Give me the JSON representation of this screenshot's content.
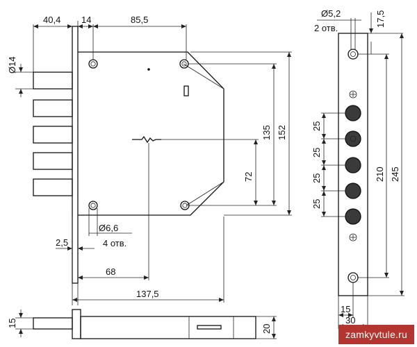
{
  "dims": {
    "d40_4": "40,4",
    "d14_top": "14",
    "d85_5": "85,5",
    "d14_dia": "Ø14",
    "d135": "135",
    "d152": "152",
    "d72": "72",
    "d6_6": "Ø6,6",
    "holes4": "4 отв.",
    "d2_5": "2,5",
    "d68": "68",
    "d137_5": "137,5",
    "d15_side": "15",
    "d20": "20",
    "d5_2": "Ø5,2",
    "holes2": "2 отв.",
    "d17_5": "17,5",
    "d25_a": "25",
    "d25_b": "25",
    "d25_c": "25",
    "d25_d": "25",
    "d210": "210",
    "d245": "245",
    "d15_bottom": "15",
    "d30": "30"
  },
  "watermark": "zamkyvtule.ru",
  "colors": {
    "watermark_bg": "#b4342f",
    "ink": "#111111",
    "bolt_fill": "#3a3a3a"
  }
}
